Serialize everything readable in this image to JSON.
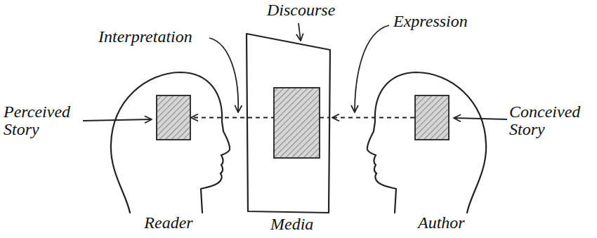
{
  "diagram": {
    "nodes": [
      {
        "text": [
          "Reader"
        ]
      },
      {
        "text": [
          "Perceived Story"
        ],
        "in": 0
      },
      {
        "text": [
          "Discourse",
          "Media"
        ]
      },
      {
        "text": [
          "Author"
        ]
      },
      {
        "text": [
          "Conceived Story"
        ],
        "in": 3
      }
    ],
    "edges": [
      {
        "from": 4,
        "to": 2,
        "arrow": "to",
        "label": "Expression"
      },
      {
        "from": 2,
        "to": 1,
        "arrow": "to",
        "label": "Interpretation"
      }
    ]
  }
}
